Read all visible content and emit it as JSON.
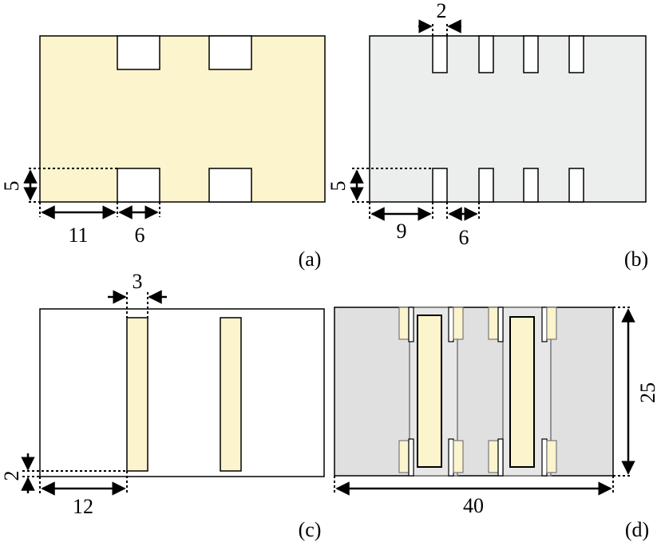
{
  "panels": {
    "a": {
      "caption": "(a)",
      "fill": "#fbf4cc",
      "dims": {
        "vertical": "5",
        "horizontal_left": "11",
        "horizontal_right": "6"
      }
    },
    "b": {
      "caption": "(b)",
      "fill": "#eceeee",
      "dims": {
        "top": "2",
        "vertical": "5",
        "horizontal_left": "9",
        "horizontal_right": "6"
      }
    },
    "c": {
      "caption": "(c)",
      "fill": "#ffffff",
      "strip_fill": "#fbf4cc",
      "dims": {
        "top": "3",
        "vertical": "2",
        "horizontal_left": "12"
      }
    },
    "d": {
      "caption": "(d)",
      "fill": "#e0e0e0",
      "dims": {
        "height": "25",
        "width": "40"
      }
    }
  }
}
